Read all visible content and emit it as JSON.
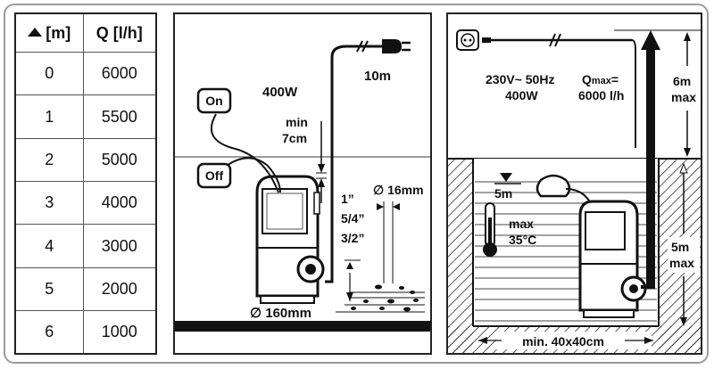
{
  "table": {
    "header_height": "[m]",
    "header_flow": "Q [l/h]",
    "rows": [
      {
        "h": "0",
        "q": "6000"
      },
      {
        "h": "1",
        "q": "5500"
      },
      {
        "h": "2",
        "q": "5000"
      },
      {
        "h": "3",
        "q": "4000"
      },
      {
        "h": "4",
        "q": "3000"
      },
      {
        "h": "5",
        "q": "2000"
      },
      {
        "h": "6",
        "q": "1000"
      }
    ]
  },
  "install": {
    "power": "400W",
    "cable_length": "10m",
    "switch_on": "On",
    "switch_off": "Off",
    "min_label": "min",
    "min_value": "7cm",
    "size_1": "1”",
    "size_2": "5/4”",
    "size_3": "3/2”",
    "particle": "∅ 16mm",
    "base_diameter": "∅ 160mm"
  },
  "well": {
    "voltage": "230V~ 50Hz",
    "power": "400W",
    "qmax_prefix": "Q",
    "qmax_sub": "max",
    "qmax_eq": "=",
    "qmax_value": "6000 l/h",
    "head_max_value": "6m",
    "head_max_label": "max",
    "depth_max_value": "5m",
    "depth_max_label": "max",
    "water_depth": "5m",
    "temp_label": "max",
    "temp_value": "35°C",
    "pit_size": "min. 40x40cm"
  }
}
